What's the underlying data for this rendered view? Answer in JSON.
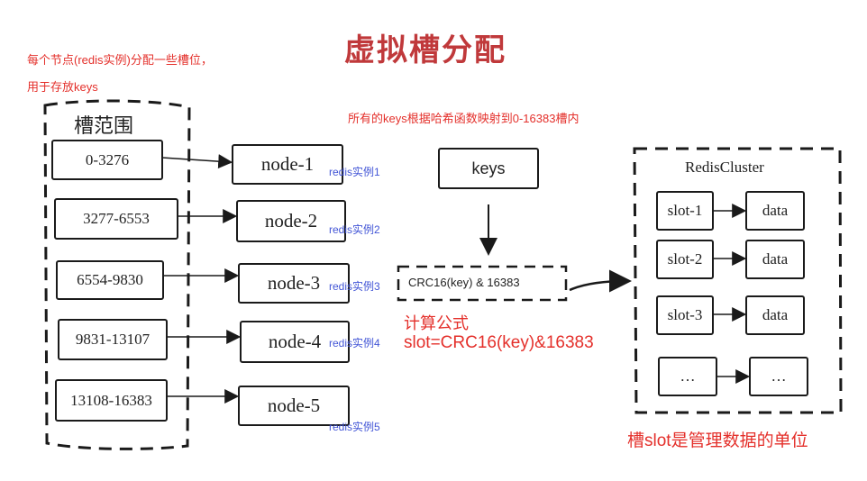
{
  "title": "虚拟槽分配",
  "note_line1": "每个节点(redis实例)分配一些槽位，",
  "note_line2": "用于存放keys",
  "mapping_note": "所有的keys根据哈希函数映射到0-16383槽内",
  "slot_range_header": "槽范围",
  "ranges": [
    "0-3276",
    "3277-6553",
    "6554-9830",
    "9831-13107",
    "13108-16383"
  ],
  "nodes": [
    "node-1",
    "node-2",
    "node-3",
    "node-4",
    "node-5"
  ],
  "instances": [
    "redis实例1",
    "redis实例2",
    "redis实例3",
    "redis实例4",
    "redis实例5"
  ],
  "keys_label": "keys",
  "crc_label": "CRC16(key) & 16383",
  "formula_title": "计算公式",
  "formula": "slot=CRC16(key)&16383",
  "cluster_title": "RedisCluster",
  "slots": [
    "slot-1",
    "slot-2",
    "slot-3",
    "…"
  ],
  "data_labels": [
    "data",
    "data",
    "data",
    "…"
  ],
  "slot_unit_note": "槽slot是管理数据的单位",
  "colors": {
    "accent_red": "#e4302b",
    "instance_blue": "#4255d6",
    "title_red": "#c0393b"
  }
}
